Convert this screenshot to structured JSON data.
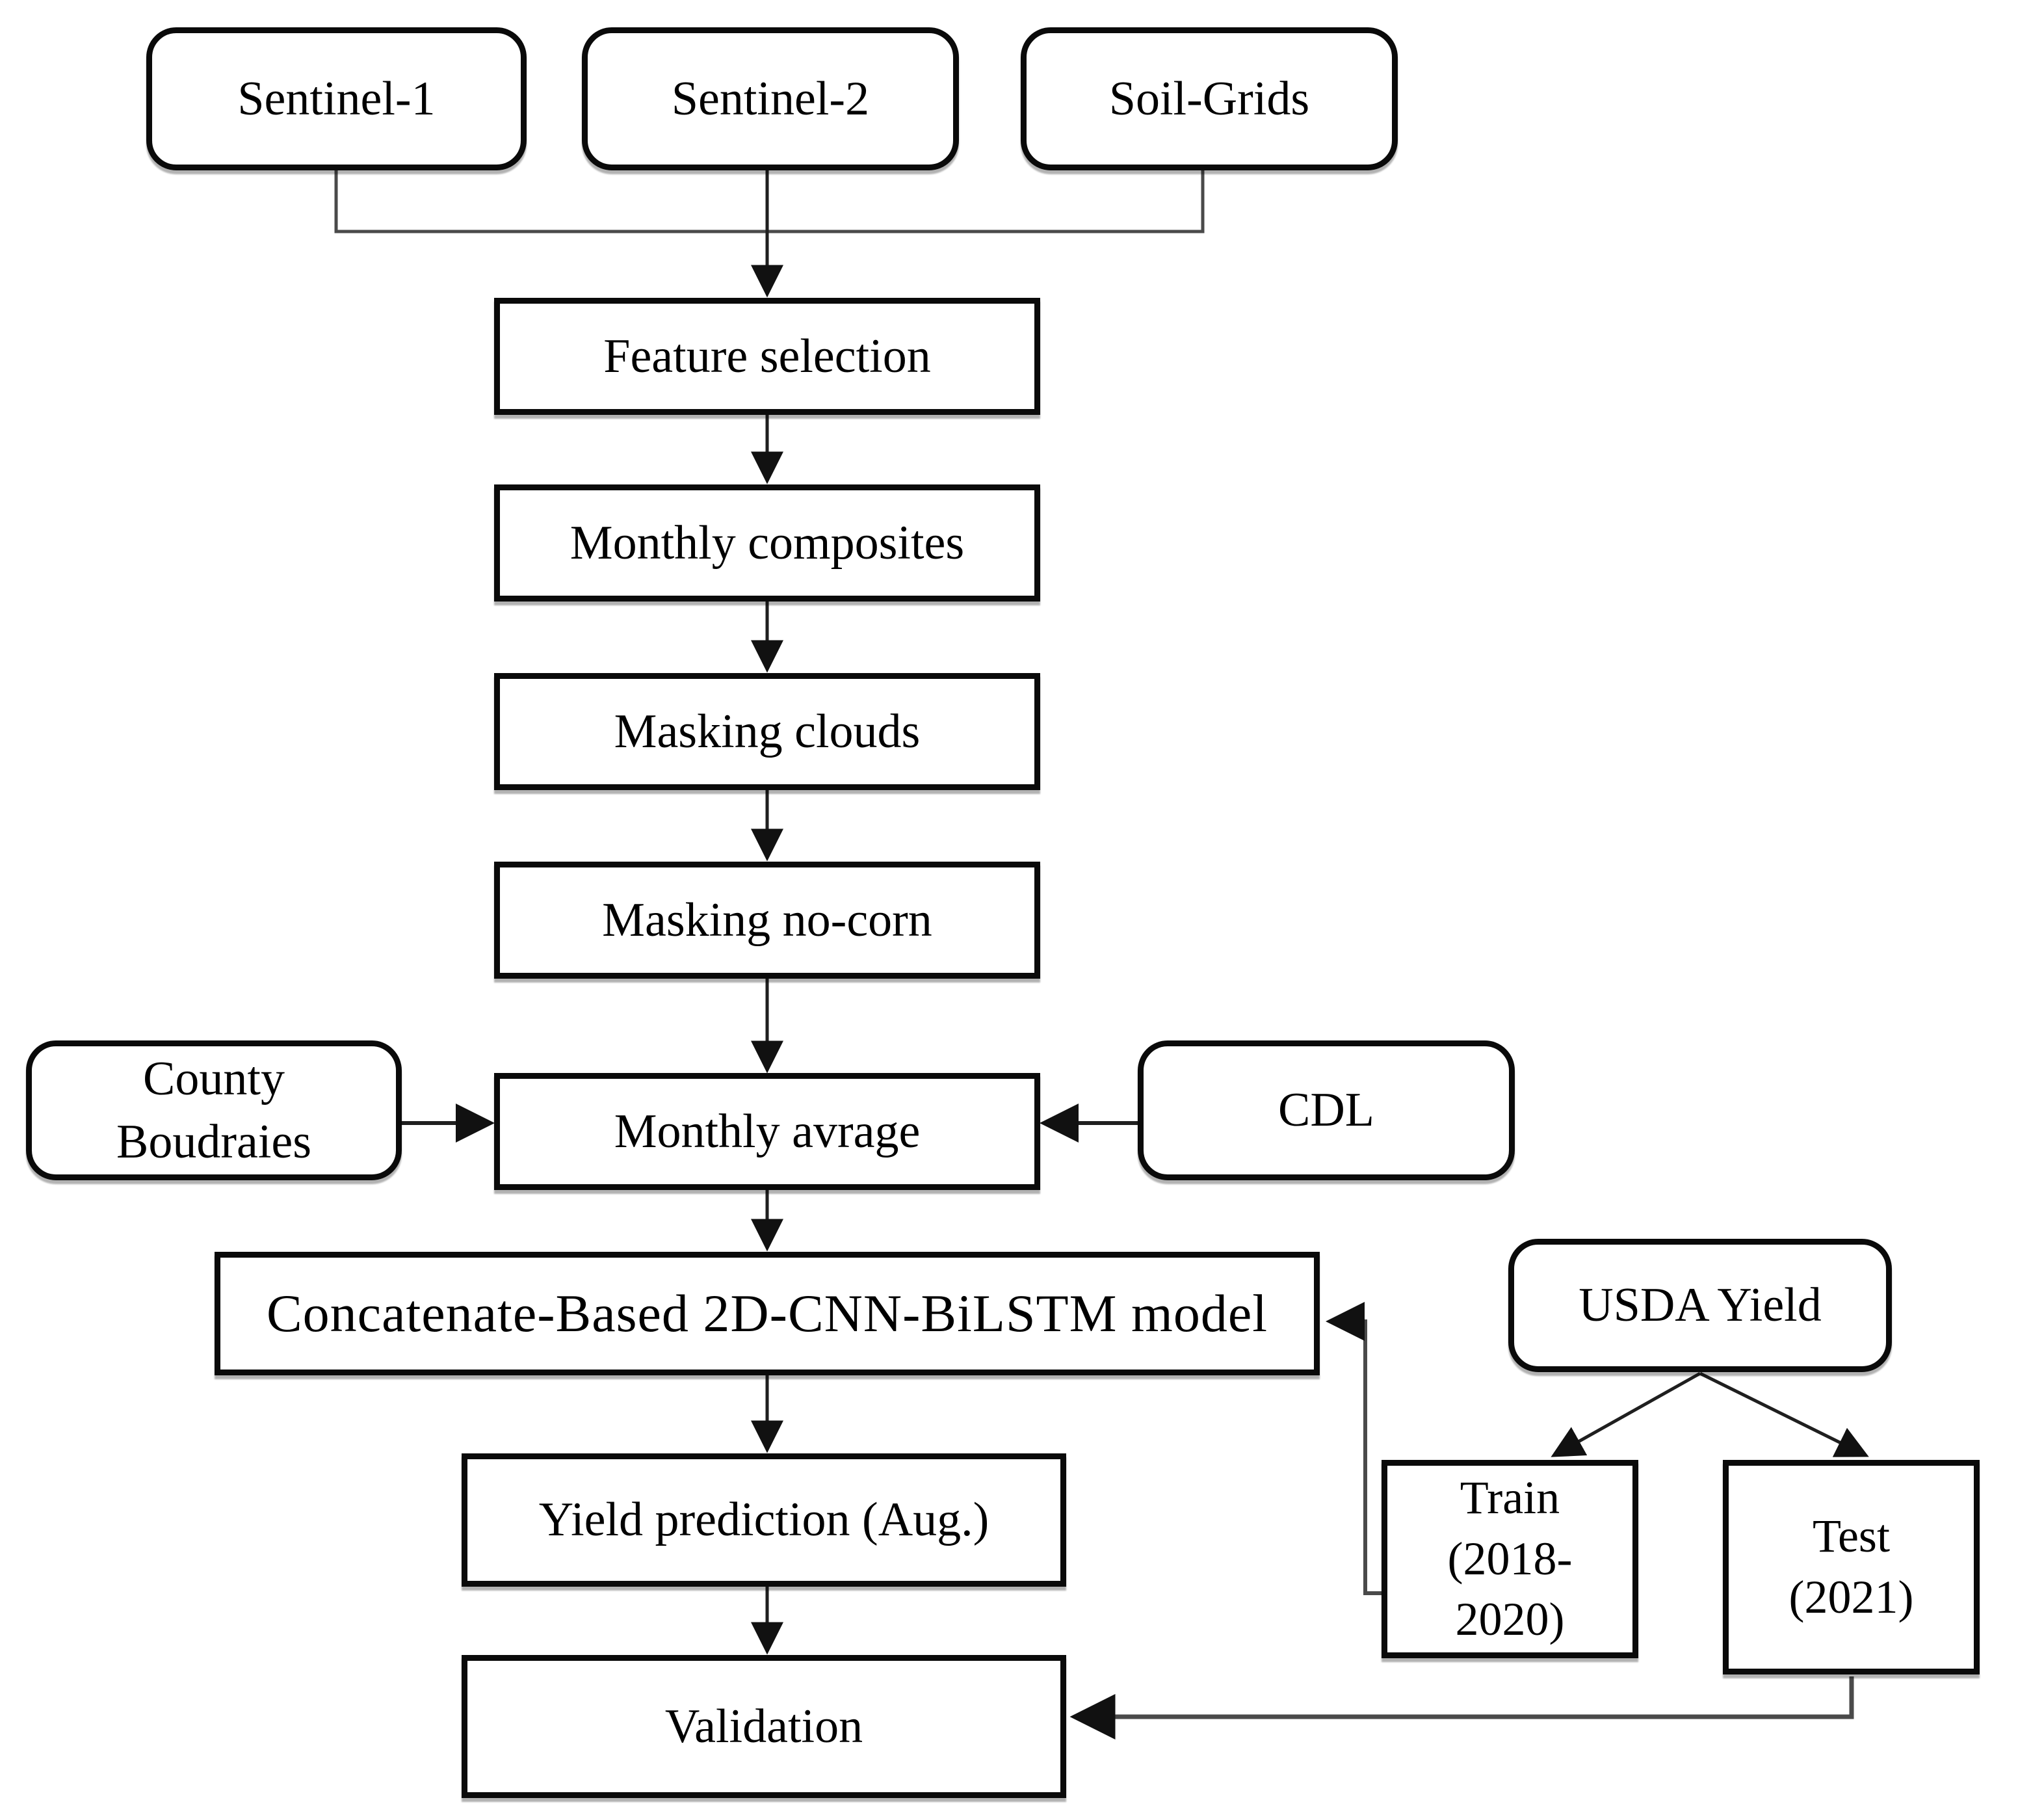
{
  "diagram": {
    "background": "#ffffff",
    "box_fill": "#ffffff",
    "box_border_color": "#0a0a0a",
    "text_color": "#000000",
    "connector_color": "#1f1f1f",
    "connector_muted_color": "#4a4a4a",
    "nodes": {
      "sentinel_1": {
        "label": "Sentinel-1",
        "shape": "rounded"
      },
      "sentinel_2": {
        "label": "Sentinel-2",
        "shape": "rounded"
      },
      "soil_grids": {
        "label": "Soil-Grids",
        "shape": "rounded"
      },
      "feature_selection": {
        "label": "Feature selection",
        "shape": "rect"
      },
      "monthly_composites": {
        "label": "Monthly composites",
        "shape": "rect"
      },
      "masking_clouds": {
        "label": "Masking clouds",
        "shape": "rect"
      },
      "masking_no_corn": {
        "label": "Masking no-corn",
        "shape": "rect"
      },
      "county_boundaries": {
        "label": "County\nBoudraies",
        "shape": "rounded"
      },
      "monthly_average": {
        "label": "Monthly avrage",
        "shape": "rect"
      },
      "cdl": {
        "label": "CDL",
        "shape": "rounded"
      },
      "cnn_bilstm_model": {
        "label": "Concatenate-Based 2D-CNN-BiLSTM model",
        "shape": "rect"
      },
      "usda_yield": {
        "label": "USDA Yield",
        "shape": "rounded"
      },
      "yield_prediction": {
        "label": "Yield prediction (Aug.)",
        "shape": "rect"
      },
      "train": {
        "label": "Train\n(2018-\n2020)",
        "shape": "rect"
      },
      "test": {
        "label": "Test\n(2021)",
        "shape": "rect"
      },
      "validation": {
        "label": "Validation",
        "shape": "rect"
      }
    }
  }
}
